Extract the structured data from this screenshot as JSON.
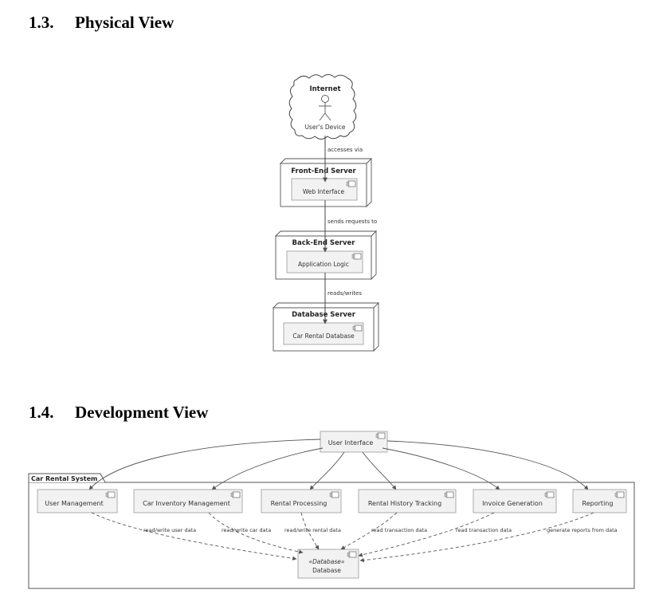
{
  "sections": {
    "physical": {
      "number": "1.3.",
      "title": "Physical View"
    },
    "development": {
      "number": "1.4.",
      "title": "Development View"
    }
  },
  "physical_view": {
    "cloud_label": "Internet",
    "actor_label": "User's Device",
    "edges": [
      "accesses via",
      "sends requests to",
      "reads/writes"
    ],
    "nodes": [
      {
        "title": "Front-End Server",
        "component": "Web Interface"
      },
      {
        "title": "Back-End Server",
        "component": "Application Logic"
      },
      {
        "title": "Database Server",
        "component": "Car Rental Database"
      }
    ]
  },
  "development_view": {
    "top_component": "User Interface",
    "package_label": "Car Rental System",
    "components": [
      "User Management",
      "Car Inventory Management",
      "Rental Processing",
      "Rental History Tracking",
      "Invoice Generation",
      "Reporting"
    ],
    "database_stereotype": "«Database»",
    "database_label": "Database",
    "edge_labels": [
      "read/write user data",
      "read/write car data",
      "read/write rental data",
      "read transaction data",
      "read transaction data",
      "generate reports from data"
    ]
  },
  "colors": {
    "line": "#555555",
    "component_fill": "#f2f2f2",
    "node_fill": "#ffffff"
  }
}
